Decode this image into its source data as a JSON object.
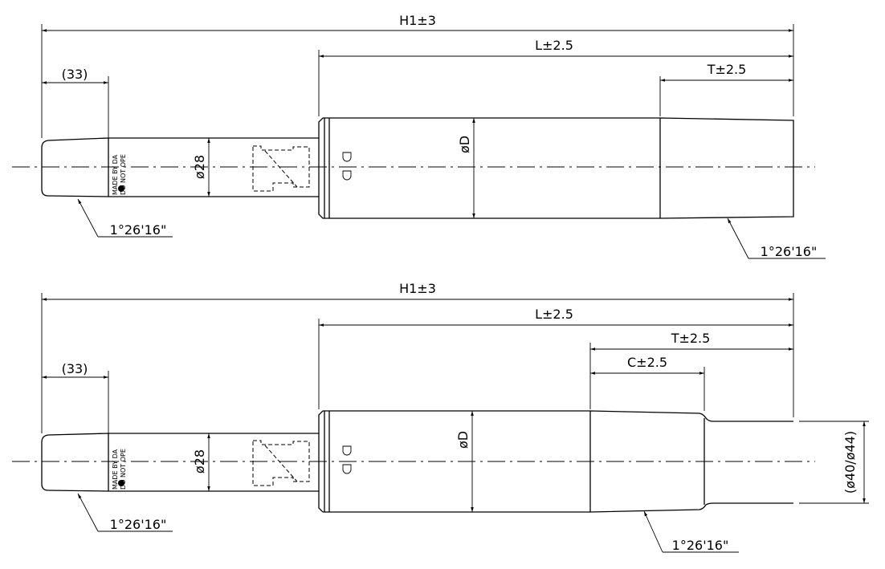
{
  "drawing_top": {
    "h1": "H1±3",
    "l": "L±2.5",
    "t": "T±2.5",
    "offset": "(33)",
    "rod_dia": "ø28",
    "body_dia": "øD",
    "angle_left": "1°26'16\"",
    "angle_right": "1°26'16\"",
    "marking_1": "MADE BY DA",
    "marking_2": "DO NOT OPE"
  },
  "drawing_bottom": {
    "h1": "H1±3",
    "l": "L±2.5",
    "t": "T±2.5",
    "c": "C±2.5",
    "offset": "(33)",
    "rod_dia": "ø28",
    "body_dia": "øD",
    "end_dia": "(ø40/ø44)",
    "angle_left": "1°26'16\"",
    "angle_right": "1°26'16\"",
    "marking_1": "MADE BY DA",
    "marking_2": "DO NOT OPE"
  }
}
